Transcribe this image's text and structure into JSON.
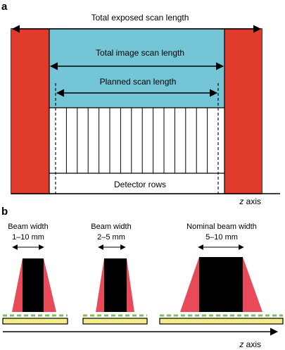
{
  "panel_a": {
    "letter": "a",
    "total_exposed_label": "Total exposed scan length",
    "total_image_label": "Total image scan length",
    "planned_label": "Planned scan length",
    "detector_rows_label": "Detector rows",
    "axis_label_italic": "z",
    "axis_label_rest": " axis",
    "detector_row_count": 15
  },
  "panel_b": {
    "letter": "b",
    "beams": [
      {
        "title": "Beam width",
        "range": "1–10 mm"
      },
      {
        "title": "Beam width",
        "range": "2–5 mm"
      },
      {
        "title": "Nominal beam width",
        "range": "5–10 mm"
      }
    ],
    "axis_label_italic": "z",
    "axis_label_rest": " axis"
  },
  "colors": {
    "overscan_red": "#e03a2c",
    "image_cyan": "#74c6d6",
    "beam_pink": "#e94a5a",
    "detector_green": "#7dc04a",
    "detector_yellow": "#f2ec8a",
    "black": "#000000"
  }
}
